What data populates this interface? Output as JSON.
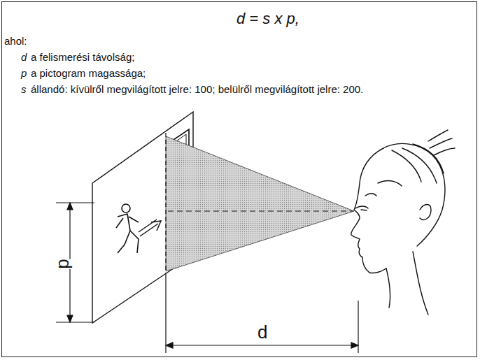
{
  "diagram": {
    "labels": [
      "d = s x p,",
      "ahol:",
      "d",
      "a felismerési távolság;",
      "p",
      "a pictogram magassága;",
      "s",
      "állandó: kívülről megvilágított jelre: 100; belülről megvilágított jelre: 200.",
      "p",
      "d"
    ]
  }
}
